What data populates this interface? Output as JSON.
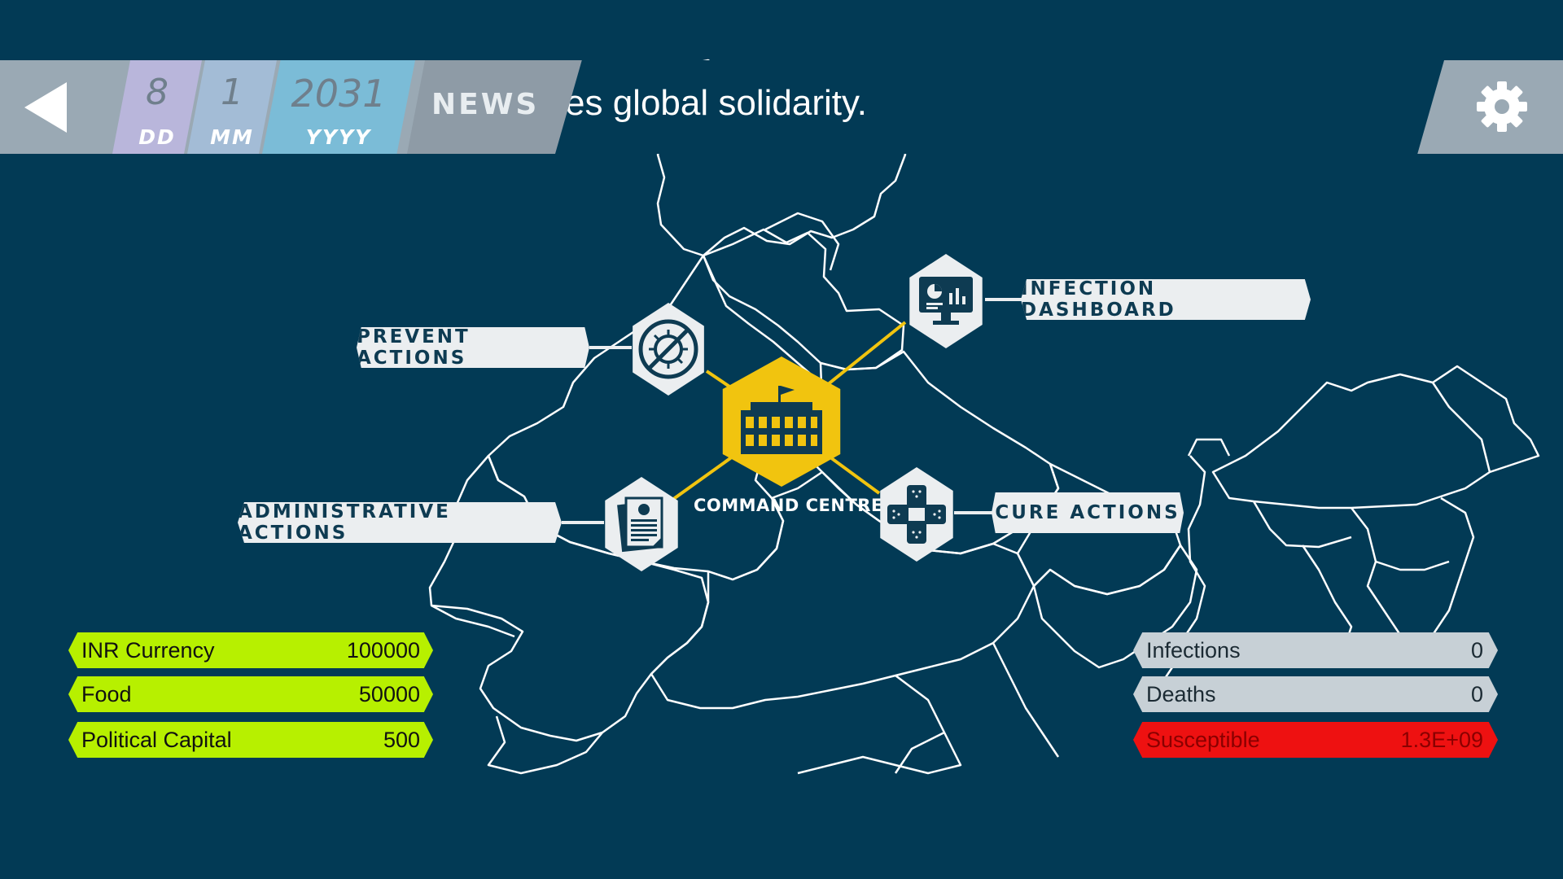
{
  "date": {
    "day": "8",
    "day_unit": "DD",
    "month": "1",
    "month_unit": "MM",
    "year": "2031",
    "year_unit": "YYYY"
  },
  "news": {
    "tag": "NEWS",
    "ticker": "es global solidarity."
  },
  "actions": {
    "prevent": "PREVENT ACTIONS",
    "dashboard": "INFECTION DASHBOARD",
    "administrative": "ADMINISTRATIVE ACTIONS",
    "cure": "CURE ACTIONS",
    "command": "COMMAND CENTRE"
  },
  "resources": [
    {
      "label": "INR Currency",
      "value": "100000"
    },
    {
      "label": "Food",
      "value": "50000"
    },
    {
      "label": "Political Capital",
      "value": "500"
    }
  ],
  "stats": [
    {
      "label": "Infections",
      "value": "0"
    },
    {
      "label": "Deaths",
      "value": "0"
    },
    {
      "label": "Susceptible",
      "value": "1.3E+09"
    }
  ],
  "colors": {
    "background": "#023a55",
    "accent": "#f1c40f",
    "resource_bar": "#b7f000",
    "susceptible_alert": "#ee1111"
  },
  "icons": {
    "back": "back-arrow-icon",
    "settings": "gear-icon",
    "prevent": "virus-prohibited-icon",
    "dashboard": "monitor-chart-icon",
    "administrative": "document-icon",
    "cure": "bandage-icon",
    "command": "government-building-icon"
  }
}
